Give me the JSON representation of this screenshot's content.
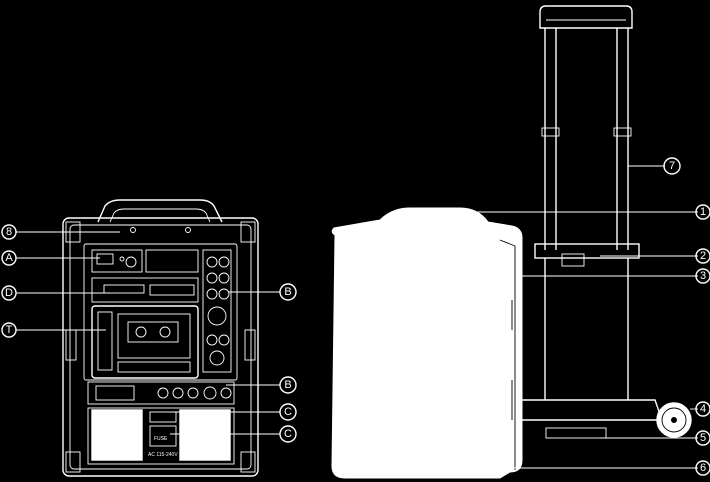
{
  "callouts_left": [
    {
      "key": "eight",
      "label": "8"
    },
    {
      "key": "a",
      "label": "A"
    },
    {
      "key": "d",
      "label": "D"
    },
    {
      "key": "t",
      "label": "T"
    }
  ],
  "callouts_right_front": [
    {
      "key": "b1",
      "label": "B"
    },
    {
      "key": "b2",
      "label": "B"
    },
    {
      "key": "c1",
      "label": "C"
    },
    {
      "key": "c2",
      "label": "C"
    }
  ],
  "callouts_trolley": [
    {
      "key": "n7",
      "label": "7"
    },
    {
      "key": "n1",
      "label": "1"
    },
    {
      "key": "n2",
      "label": "2"
    },
    {
      "key": "n3",
      "label": "3"
    },
    {
      "key": "n4",
      "label": "4"
    },
    {
      "key": "n5",
      "label": "5"
    },
    {
      "key": "n6",
      "label": "6"
    }
  ],
  "panel_text": {
    "fuse": "FUSE",
    "ac_input": "AC 115-240V"
  }
}
